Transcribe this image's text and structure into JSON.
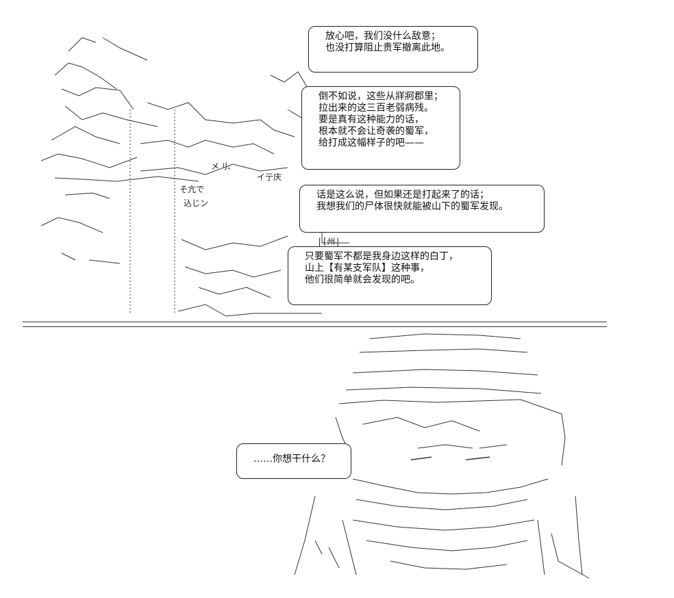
{
  "bubbles": {
    "b1": [
      "放心吧，我们没什么敌意；",
      "也没打算阻止贵军撤离此地。"
    ],
    "b2": [
      "倒不如说，这些从牂牁郡里；",
      "拉出来的这三百老弱病残。",
      "要是真有这种能力的话，",
      "根本就不会让奇袭的蜀军，",
      "给打成这幅样子的吧——"
    ],
    "b3": [
      "话是这么说，但如果还是打起来了的话；",
      "我想我们的尸体很快就能被山下的蜀军发现。"
    ],
    "b4": [
      "只要蜀军不都是我身边这样的白丁，",
      "山上【有某支军队】这种事，",
      "他们很简单就会发现的吧。"
    ],
    "b5": [
      "……你想干什么？"
    ]
  },
  "art": {
    "top_labels": [
      "そ亢で",
      "込じン",
      "メ刂、",
      "イ亍庆",
      "|[州|"
    ]
  }
}
